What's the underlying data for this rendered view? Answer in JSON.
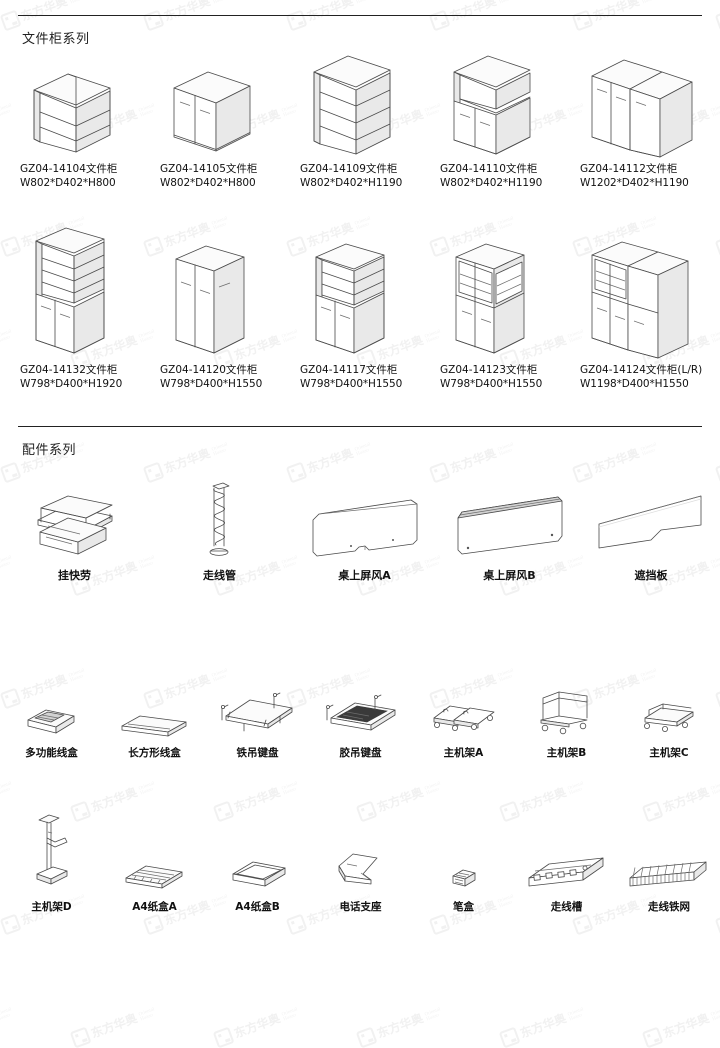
{
  "watermark": {
    "cn": "东方华奥",
    "en_line1": "Oriental",
    "en_line2": "Huaao"
  },
  "sections": [
    {
      "id": "cabinets",
      "title": "文件柜系列",
      "rows": [
        {
          "items": [
            {
              "code": "GZ04-14104文件柜",
              "spec": "W802*D402*H800",
              "art": "open-low-2shelf"
            },
            {
              "code": "GZ04-14105文件柜",
              "spec": "W802*D402*H800",
              "art": "door-low-2"
            },
            {
              "code": "GZ04-14109文件柜",
              "spec": "W802*D402*H1190",
              "art": "open-mid-3shelf"
            },
            {
              "code": "GZ04-14110文件柜",
              "spec": "W802*D402*H1190",
              "art": "open-top-door-bottom"
            },
            {
              "code": "GZ04-14112文件柜",
              "spec": "W1202*D402*H1190",
              "art": "door-wide-3"
            }
          ]
        },
        {
          "items": [
            {
              "code": "GZ04-14132文件柜",
              "spec": "W798*D400*H1920",
              "art": "tall-open-door"
            },
            {
              "code": "GZ04-14120文件柜",
              "spec": "W798*D400*H1550",
              "art": "tall-full-door"
            },
            {
              "code": "GZ04-14117文件柜",
              "spec": "W798*D400*H1550",
              "art": "tall-open-door-short"
            },
            {
              "code": "GZ04-14123文件柜",
              "spec": "W798*D400*H1550",
              "art": "tall-glass-door"
            },
            {
              "code": "GZ04-14124文件柜(L/R)",
              "spec": "W1198*D400*H1550",
              "art": "tall-glass-wide"
            }
          ]
        }
      ]
    },
    {
      "id": "accessories",
      "title": "配件系列",
      "rows": [
        {
          "cols": 5,
          "items": [
            {
              "label": "挂快劳",
              "art": "hanging-file-rack"
            },
            {
              "label": "走线管",
              "art": "cable-tube"
            },
            {
              "label": "桌上屏风A",
              "art": "desk-screen-a"
            },
            {
              "label": "桌上屏风B",
              "art": "desk-screen-b"
            },
            {
              "label": "遮挡板",
              "art": "modesty-panel"
            }
          ]
        },
        {
          "cols": 7,
          "items": [
            {
              "label": "多功能线盒",
              "art": "multi-cable-box"
            },
            {
              "label": "长方形线盒",
              "art": "rect-cable-box"
            },
            {
              "label": "铁吊键盘",
              "art": "metal-keyboard-tray"
            },
            {
              "label": "胶吊键盘",
              "art": "plastic-keyboard-tray"
            },
            {
              "label": "主机架A",
              "art": "cpu-holder-a"
            },
            {
              "label": "主机架B",
              "art": "cpu-holder-b"
            },
            {
              "label": "主机架C",
              "art": "cpu-holder-c"
            }
          ]
        },
        {
          "cols": 7,
          "items": [
            {
              "label": "主机架D",
              "art": "cpu-holder-d"
            },
            {
              "label": "A4纸盒A",
              "art": "a4-tray-a"
            },
            {
              "label": "A4纸盒B",
              "art": "a4-tray-b"
            },
            {
              "label": "电话支座",
              "art": "phone-stand"
            },
            {
              "label": "笔盒",
              "art": "pen-box"
            },
            {
              "label": "走线槽",
              "art": "cable-trough"
            },
            {
              "label": "走线铁网",
              "art": "cable-mesh"
            }
          ]
        }
      ]
    }
  ]
}
